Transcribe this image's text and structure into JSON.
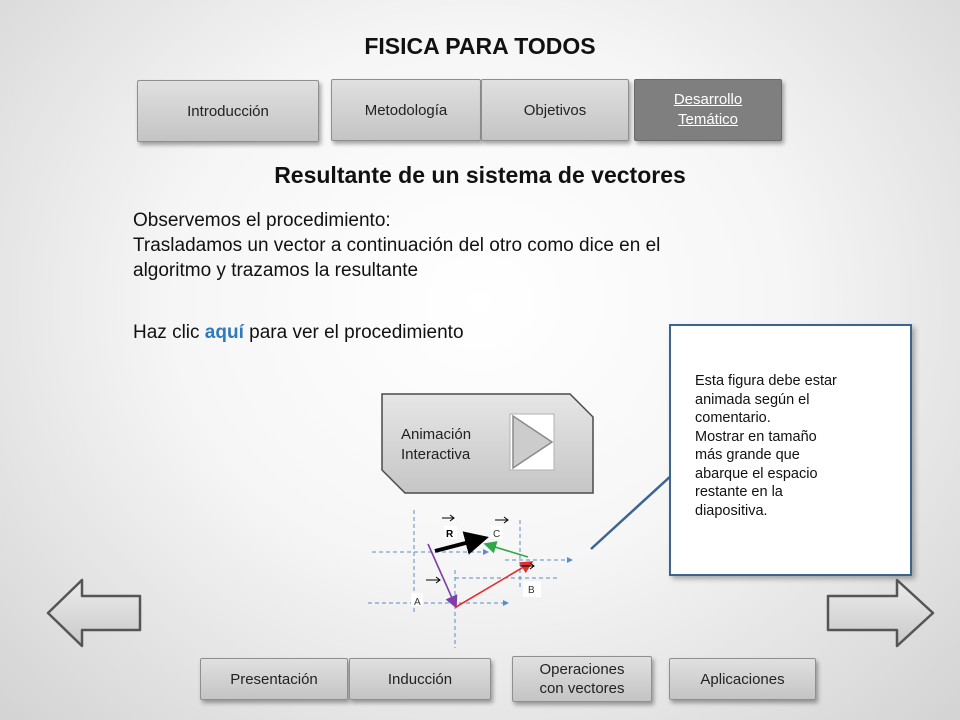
{
  "header": {
    "title": "FISICA PARA TODOS"
  },
  "top_tabs": [
    {
      "label": "Introducción"
    },
    {
      "label": "Metodología"
    },
    {
      "label": "Objetivos"
    },
    {
      "label_line1": "Desarrollo",
      "label_line2": "Temático",
      "active": true
    }
  ],
  "section": {
    "title": "Resultante de un sistema de vectores"
  },
  "body": {
    "line1": "Observemos el procedimiento:",
    "line2": "Trasladamos  un vector a continuación del otro como dice en el",
    "line3": "algoritmo y trazamos la resultante",
    "click_prefix": "Haz clic ",
    "click_link": "aquí",
    "click_suffix": " para ver el procedimiento"
  },
  "animation_button": {
    "line1": "Animación",
    "line2": "Interactiva",
    "icon": "play-icon"
  },
  "note": {
    "lines": [
      "Esta figura debe estar",
      "animada según el",
      "comentario.",
      "Mostrar en tamaño",
      "más grande que",
      "abarque el espacio",
      "restante en la",
      "diapositiva."
    ]
  },
  "diagram": {
    "labels": {
      "a": "A",
      "b": "B",
      "c": "C",
      "r": "R"
    },
    "colors": {
      "a": "#7e3fa8",
      "b": "#e03030",
      "c": "#2ea84a",
      "r": "#000000",
      "axis": "#5a8cc8"
    }
  },
  "nav": {
    "prev_icon": "arrow-left-icon",
    "next_icon": "arrow-right-icon"
  },
  "bottom_tabs": [
    {
      "label": "Presentación"
    },
    {
      "label": "Inducción"
    },
    {
      "label_line1": "Operaciones",
      "label_line2": "con vectores"
    },
    {
      "label": "Aplicaciones"
    }
  ]
}
